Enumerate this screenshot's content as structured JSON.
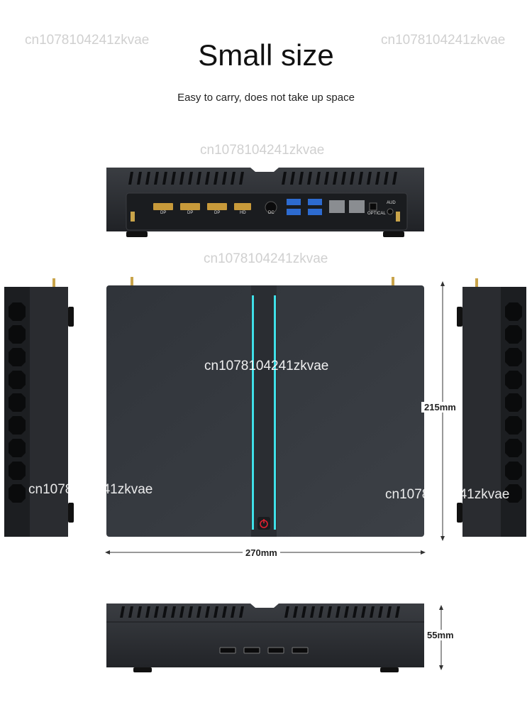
{
  "heading": {
    "title": "Small size",
    "subtitle": "Easy to carry, does not take up space"
  },
  "watermark": "cn1078104241zkvae",
  "dimensions": {
    "height": "215mm",
    "width": "270mm",
    "depth": "55mm"
  },
  "rear_ports": {
    "dp1": "DP",
    "dp2": "DP",
    "dp3": "DP",
    "hd": "HD",
    "dc": "DC",
    "optical": "OPTICAL",
    "aud": "AUD"
  },
  "colors": {
    "chassis": "#2b2e33",
    "accent_light": "#3fe0e8",
    "power_button": "#e02030"
  }
}
